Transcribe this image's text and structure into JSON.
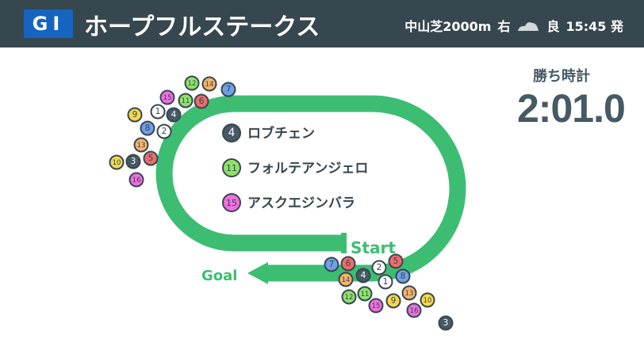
{
  "header": {
    "grade": "GI",
    "title": "ホープフルステークス",
    "course": "中山芝2000m",
    "direction": "右",
    "weather_icon": "cloud-icon",
    "going": "良",
    "post_time": "15:45 発"
  },
  "result": {
    "label": "勝ち時計",
    "time": "2:01.0"
  },
  "track": {
    "start_label": "Start",
    "goal_label": "Goal",
    "color": "#3dbd72"
  },
  "top3": [
    {
      "num": "4",
      "name": "ロブチェン"
    },
    {
      "num": "11",
      "name": "フォルテアンジェロ"
    },
    {
      "num": "15",
      "name": "アスクエジンバラ"
    }
  ],
  "colors": {
    "1": "#ffffff",
    "2": "#ffffff",
    "3": "#455a64",
    "4": "#455a64",
    "5": "#ee6b6b",
    "6": "#ee6b6b",
    "7": "#6fa0e8",
    "8": "#6fa0e8",
    "9": "#f5d84a",
    "10": "#f5d84a",
    "11": "#8ee26b",
    "12": "#8ee26b",
    "13": "#f5b36b",
    "14": "#f5b36b",
    "15": "#ee6fe0",
    "16": "#ee6fe0"
  },
  "corner4_order": [
    "12",
    "14",
    "7",
    "15",
    "11",
    "6",
    "1",
    "4",
    "9",
    "8",
    "2",
    "13",
    "5",
    "10",
    "3",
    "16"
  ],
  "finish_order": [
    "7",
    "6",
    "2",
    "5",
    "14",
    "4",
    "1",
    "8",
    "12",
    "11",
    "15",
    "9",
    "13",
    "10",
    "16",
    "3"
  ]
}
